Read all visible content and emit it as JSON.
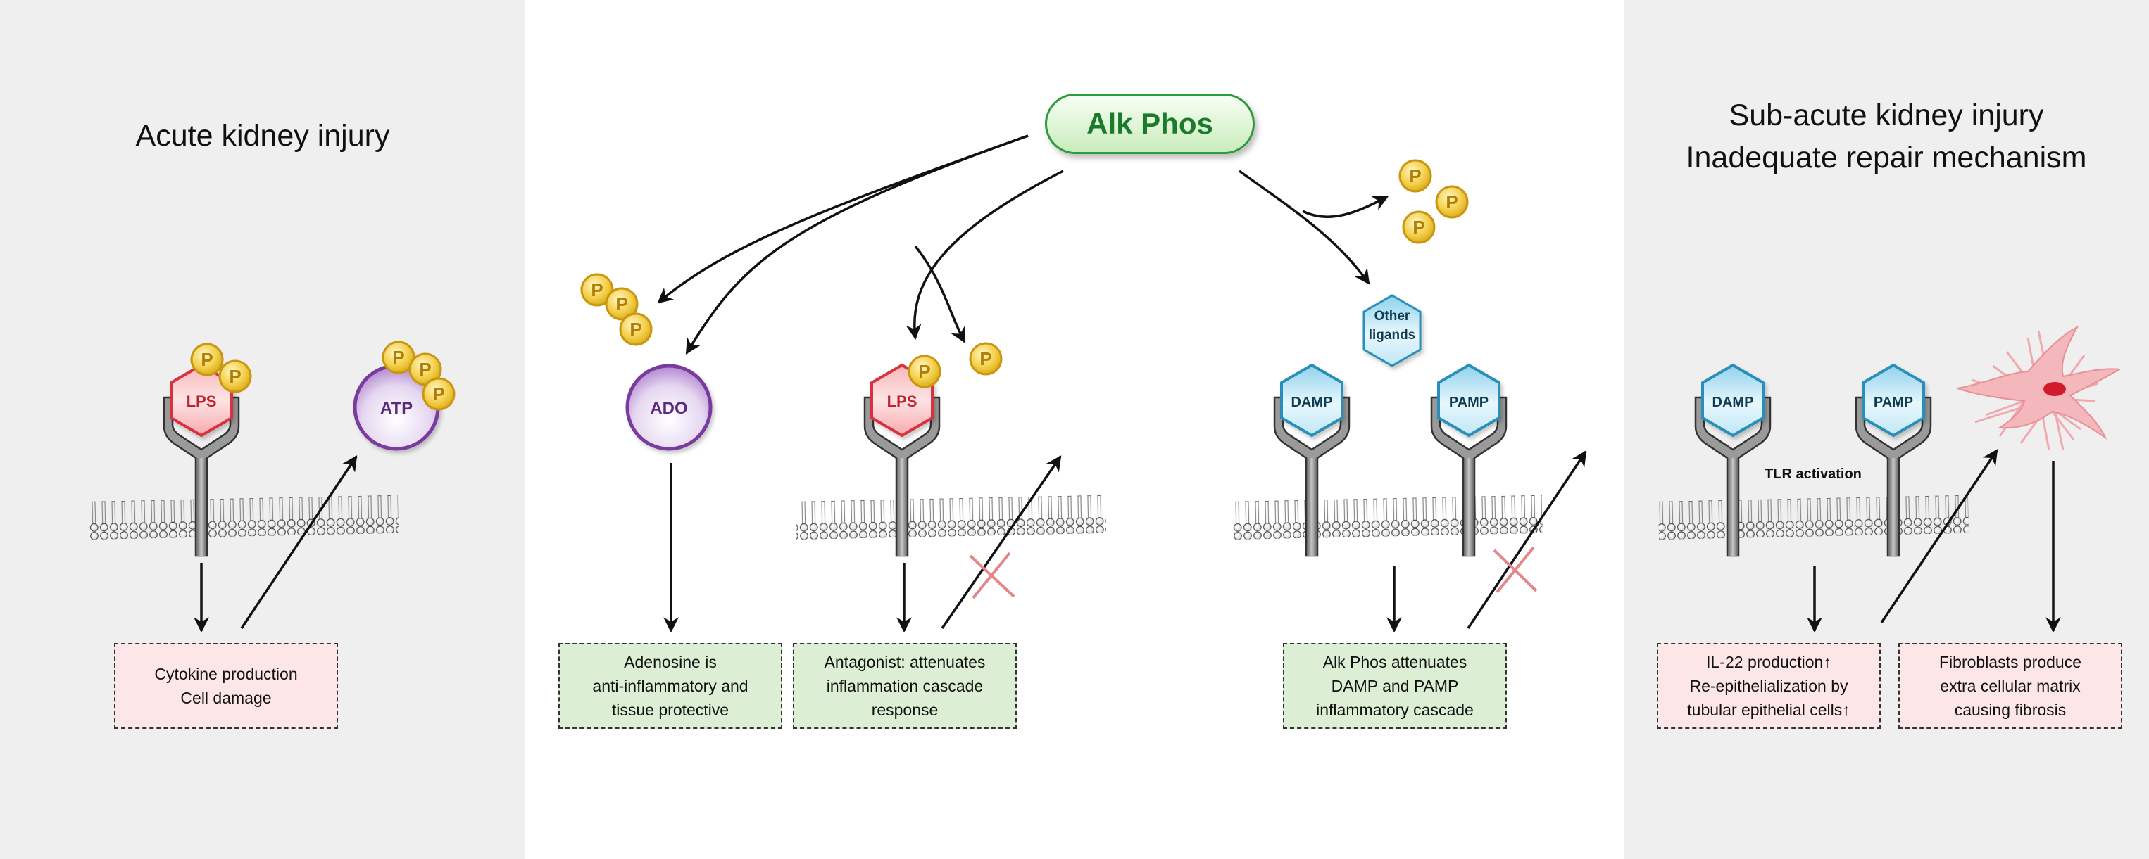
{
  "titles": {
    "left": "Acute kidney injury",
    "right_line1": "Sub-acute kidney injury",
    "right_line2": "Inadequate repair mechanism"
  },
  "center": {
    "alk_phos": "Alk Phos",
    "ado": "ADO",
    "lps": "LPS",
    "other_ligands_line1": "Other",
    "other_ligands_line2": "ligands",
    "damp": "DAMP",
    "pamp": "PAMP"
  },
  "left": {
    "lps": "LPS",
    "atp": "ATP"
  },
  "right": {
    "damp": "DAMP",
    "pamp": "PAMP",
    "tlr_activation": "TLR activation"
  },
  "phosphate_label": "P",
  "boxes": {
    "cytokine": {
      "line1": "Cytokine production",
      "line2": "Cell damage"
    },
    "adenosine": {
      "line1": "Adenosine is",
      "line2": "anti-inflammatory and",
      "line3": "tissue protective"
    },
    "antagonist": {
      "line1": "Antagonist: attenuates",
      "line2": "inflammation cascade",
      "line3": "response"
    },
    "alkphos_attenuates": {
      "line1": "Alk Phos attenuates",
      "line2": "DAMP and PAMP",
      "line3": "inflammatory cascade"
    },
    "il22": {
      "line1": "IL-22 production↑",
      "line2": "Re-epithelialization by",
      "line3": "tubular epithelial cells↑"
    },
    "fibroblasts": {
      "line1": "Fibroblasts produce",
      "line2": "extra cellular matrix",
      "line3": "causing fibrosis"
    }
  },
  "colors": {
    "panel_gray": "#efefef",
    "pink_box": "#fde6e7",
    "green_box": "#dcefd4",
    "lps_red": "#d8303c",
    "atp_purple": "#7a3a9e",
    "damp_blue": "#2c8fb8",
    "phosphate_gold": "#e9b923",
    "alk_green": "#2f9a3a"
  }
}
